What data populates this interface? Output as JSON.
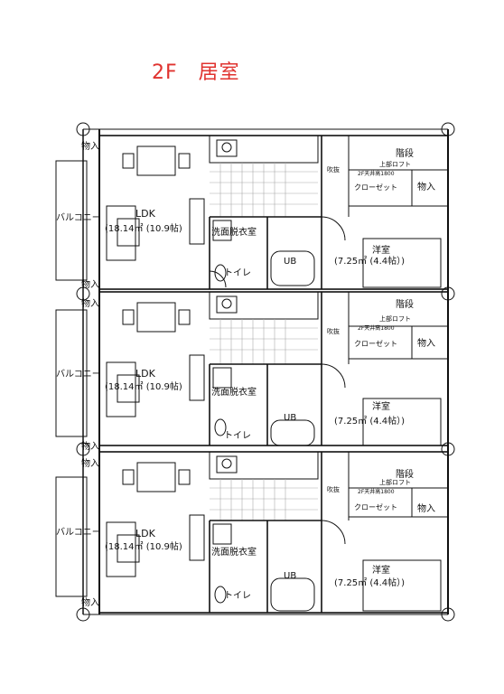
{
  "title": "2F　居室",
  "units": [
    {
      "ldk": "LDK",
      "ldk_area": "(18.14㎡ (10.9帖)",
      "balcony": "バルコニー",
      "storage_top": "物入",
      "storage_bottom": "物入",
      "washroom": "洗面脱衣室",
      "toilet": "トイレ",
      "bath": "UB",
      "western": "洋室",
      "western_area": "(7.25㎡ (4.4帖）)",
      "closet": "クローゼット",
      "closet_storage": "物入",
      "stairs": "階段",
      "loft": "上部ロフト",
      "ceiling": "2F天井高1800",
      "fukinuke": "吹抜"
    },
    {
      "ldk": "LDK",
      "ldk_area": "(18.14㎡ (10.9帖)",
      "balcony": "バルコニー",
      "storage_top": "物入",
      "storage_bottom": "物入",
      "washroom": "洗面脱衣室",
      "toilet": "トイレ",
      "bath": "UB",
      "western": "洋室",
      "western_area": "(7.25㎡ (4.4帖）)",
      "closet": "クローゼット",
      "closet_storage": "物入",
      "stairs": "階段",
      "loft": "上部ロフト",
      "ceiling": "2F天井高1800",
      "fukinuke": "吹抜"
    },
    {
      "ldk": "LDK",
      "ldk_area": "(18.14㎡ (10.9帖)",
      "balcony": "バルコニー",
      "storage_top": "物入",
      "storage_bottom": "物入",
      "washroom": "洗面脱衣室",
      "toilet": "トイレ",
      "bath": "UB",
      "western": "洋室",
      "western_area": "(7.25㎡ (4.4帖）)",
      "closet": "クローゼット",
      "closet_storage": "物入",
      "stairs": "階段",
      "loft": "上部ロフト",
      "ceiling": "2F天井高1800",
      "fukinuke": "吹抜"
    }
  ],
  "colors": {
    "title": "#e0332f",
    "line": "#111111"
  }
}
